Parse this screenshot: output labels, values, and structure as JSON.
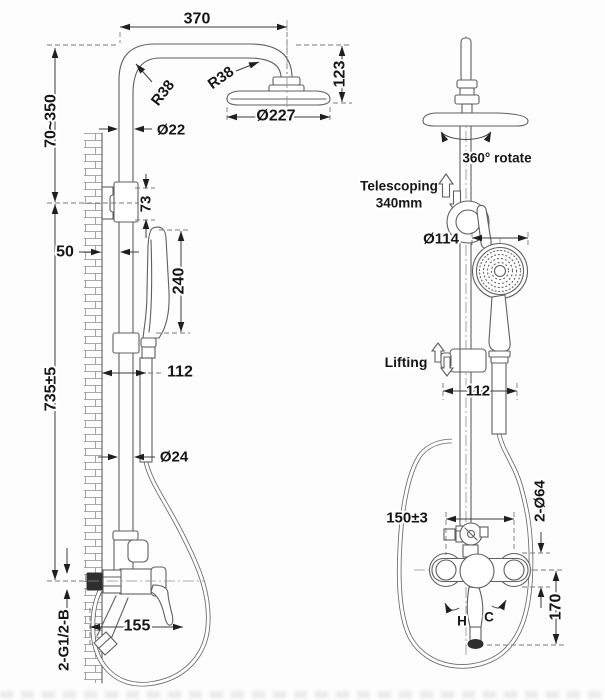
{
  "title": "Shower column technical drawing",
  "colors": {
    "background": "#fdfdfd",
    "drawing_line": "#5f5f5f",
    "dimension_line": "#3c3c3c",
    "text": "#161616",
    "dark_fill": "#2e2e2e"
  },
  "left_view": {
    "dim_top_width": "370",
    "dim_head_drop": "123",
    "dim_height_adjust": "70~350",
    "radius_left_bend": "R38",
    "radius_right_bend": "R38",
    "dim_pipe_diameter": "Ø22",
    "dim_head_diameter": "Ø227",
    "dim_bracket_height": "73",
    "dim_wall_offset": "50",
    "dim_hand_shower_length": "240",
    "dim_hose_offset": "112",
    "dim_column_height": "735±5",
    "dim_column_diameter": "Ø24",
    "dim_spout_reach": "155",
    "thread_callout": "2-G1/2-B"
  },
  "right_view": {
    "rotate_label": "360° rotate",
    "telescoping_line1": "Telescoping",
    "telescoping_line2": "340mm",
    "dim_hand_shower_diameter": "Ø114",
    "lifting_label": "Lifting",
    "dim_hose_offset": "112",
    "dim_inlet_distance": "150±3",
    "dim_flange_diameter": "2-Ø64",
    "dim_spout_drop": "170",
    "hot_label": "H",
    "cold_label": "C"
  }
}
